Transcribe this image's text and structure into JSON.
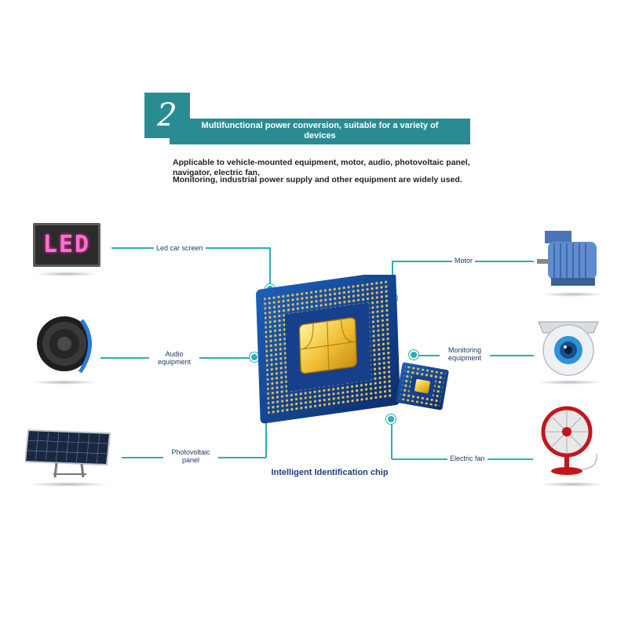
{
  "header": {
    "number": "2",
    "title": "Multifunctional power conversion, suitable for a variety of devices",
    "desc_line1": "Applicable to vehicle-mounted equipment, motor, audio, photovoltaic panel, navigator, electric fan,",
    "desc_line2": "Monitoring, industrial power supply and other equipment are widely used."
  },
  "devices": {
    "led": {
      "label": "Led car screen",
      "display_text": "LED"
    },
    "audio": {
      "label": "Audio equipment"
    },
    "solar": {
      "label": "Photovoltaic panel"
    },
    "motor": {
      "label": "Motor"
    },
    "camera": {
      "label": "Monitoring equipment"
    },
    "fan": {
      "label": "Electric fan"
    }
  },
  "chip": {
    "label": "Intelligent Identification chip"
  },
  "colors": {
    "accent": "#2a8c93",
    "line": "#2aaeb8",
    "label_text": "#1d3b66"
  }
}
